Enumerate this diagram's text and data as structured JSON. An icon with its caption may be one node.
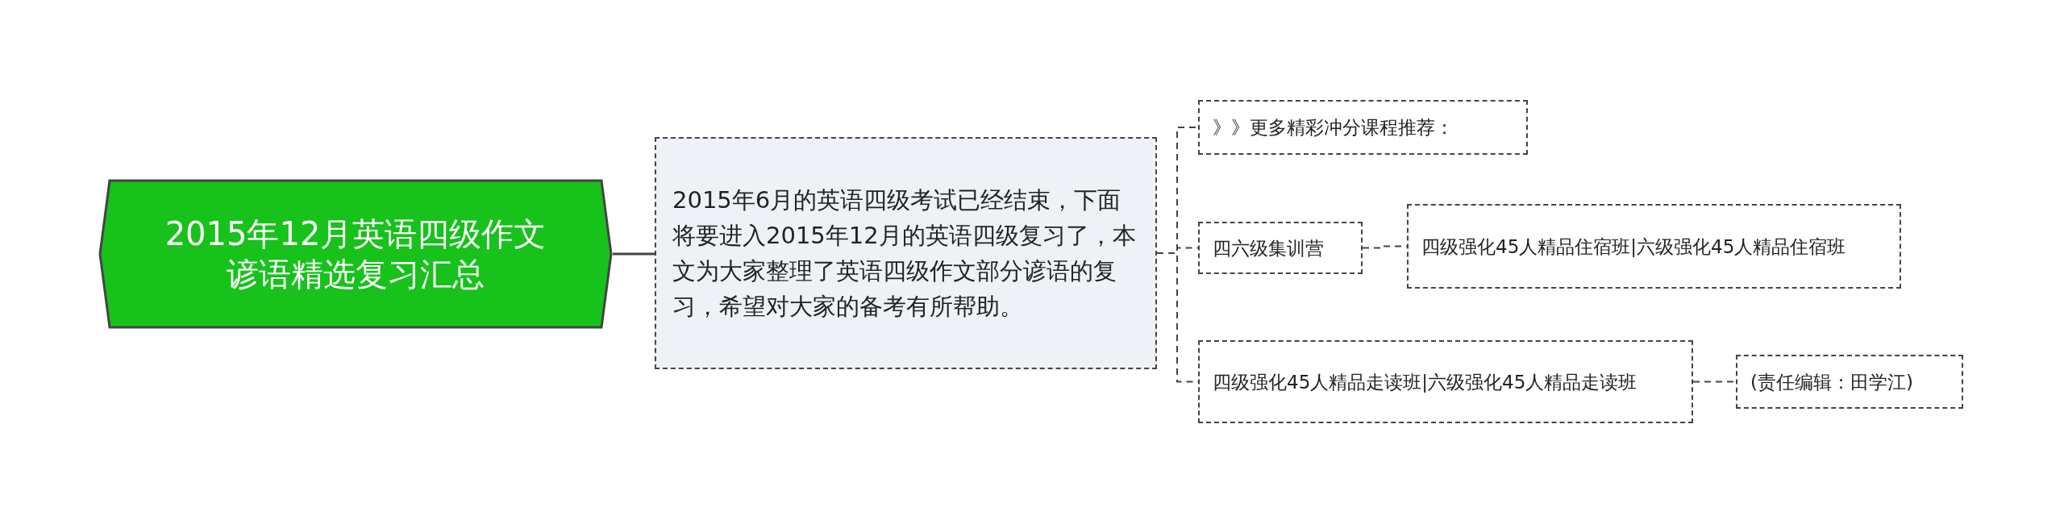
{
  "diagram": {
    "nodes": [
      {
        "text": [
          "2015年12月英语四级作文谚语精选复习汇总"
        ]
      },
      {
        "text": [
          "2015年6月的英语四级考试已经结束，下面将要进入2015年12月的英语四级复习了，本文为大家整理了英语四级作文部分谚语的复习，希望对大家的备考有所帮助。"
        ]
      },
      {
        "text": [
          "》》更多精彩冲分课程推荐："
        ]
      },
      {
        "text": [
          "四六级集训营"
        ]
      },
      {
        "text": [
          "四级强化45人精品住宿班|六级强化45人精品住宿班"
        ]
      },
      {
        "text": [
          "四级强化45人精品走读班|六级强化45人精品走读班"
        ]
      },
      {
        "text": [
          "(责任编辑：田学江)"
        ]
      }
    ],
    "edges": [
      {
        "from": 0,
        "to": 1,
        "arrow": "none"
      },
      {
        "from": 1,
        "to": 2,
        "arrow": "none",
        "style": "dashed"
      },
      {
        "from": 1,
        "to": 3,
        "arrow": "none",
        "style": "dashed"
      },
      {
        "from": 1,
        "to": 5,
        "arrow": "none",
        "style": "dashed"
      },
      {
        "from": 3,
        "to": 4,
        "arrow": "none",
        "style": "dashed"
      },
      {
        "from": 5,
        "to": 6,
        "arrow": "none",
        "style": "dashed"
      }
    ]
  }
}
